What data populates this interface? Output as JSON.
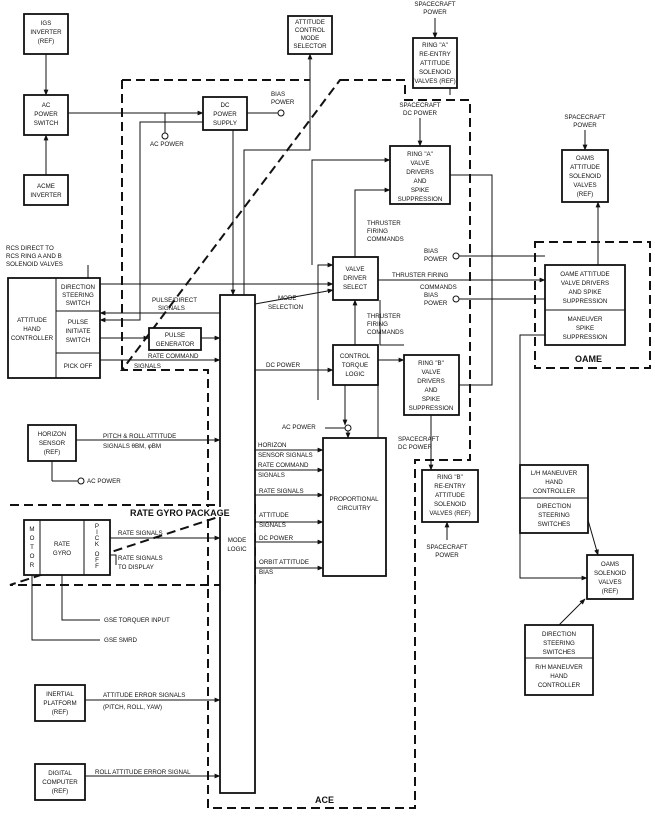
{
  "blocks": {
    "igs": [
      "IGS",
      "INVERTER",
      "(REF)"
    ],
    "ac_power_switch": [
      "AC",
      "POWER",
      "SWITCH"
    ],
    "acme": [
      "ACME",
      "INVERTER"
    ],
    "dc_power_supply": [
      "DC",
      "POWER",
      "SUPPLY"
    ],
    "acms": [
      "ATTITUDE",
      "CONTROL",
      "MODE",
      "SELECTOR"
    ],
    "ring_a_reentry": [
      "RING \"A\"",
      "RE-ENTRY",
      "ATTITUDE",
      "SOLENOID",
      "VALVES (REF)"
    ],
    "ring_a_drivers": [
      "RING \"A\"",
      "VALVE",
      "DRIVERS",
      "AND",
      "SPIKE",
      "SUPPRESSION"
    ],
    "oams_solenoid_top": [
      "OAMS",
      "ATTITUDE",
      "SOLENOID",
      "VALVES",
      "(REF)"
    ],
    "ahc_title": [
      "ATTITUDE",
      "HAND",
      "CONTROLLER"
    ],
    "ahc_direction": [
      "DIRECTION",
      "STEERING",
      "SWITCH"
    ],
    "ahc_pulse": [
      "PULSE",
      "INITIATE",
      "SWITCH"
    ],
    "ahc_pickoff": [
      "PICK OFF"
    ],
    "pulse_generator": [
      "PULSE",
      "GENERATOR"
    ],
    "mode_logic": [
      "MODE",
      "LOGIC"
    ],
    "valve_driver_select": [
      "VALVE",
      "DRIVER",
      "SELECT"
    ],
    "control_torque_logic": [
      "CONTROL",
      "TORQUE",
      "LOGIC"
    ],
    "ring_b_drivers": [
      "RING \"B\"",
      "VALVE",
      "DRIVERS",
      "AND",
      "SPIKE",
      "SUPPRESSION"
    ],
    "oame_drivers": [
      "OAME ATTITUDE",
      "VALVE DRIVERS",
      "AND SPIKE",
      "SUPPRESSION"
    ],
    "maneuver_spike": [
      "MANEUVER",
      "SPIKE",
      "SUPPRESSION"
    ],
    "horizon_sensor": [
      "HORIZON",
      "SENSOR",
      "(REF)"
    ],
    "proportional": [
      "PROPORTIONAL",
      "CIRCUITRY"
    ],
    "ring_b_reentry": [
      "RING \"B\"",
      "RE-ENTRY",
      "ATTITUDE",
      "SOLENOID",
      "VALVES (REF)"
    ],
    "lh_controller": [
      "L/H MANEUVER",
      "HAND",
      "CONTROLLER"
    ],
    "lh_switches": [
      "DIRECTION",
      "STEERING",
      "SWITCHES"
    ],
    "rate_gyro": [
      "RATE",
      "GYRO"
    ],
    "oams_solenoid_bottom": [
      "OAMS",
      "SOLENOID",
      "VALVES",
      "(REF)"
    ],
    "rh_switches": [
      "DIRECTION",
      "STEERING",
      "SWITCHES"
    ],
    "rh_controller": [
      "R/H MANEUVER",
      "HAND",
      "CONTROLLER"
    ],
    "inertial_platform": [
      "INERTIAL",
      "PLATFORM",
      "(REF)"
    ],
    "digital_computer": [
      "DIGITAL",
      "COMPUTER",
      "(REF)"
    ]
  },
  "labels": {
    "spacecraft_power_top": [
      "SPACECRAFT",
      "POWER"
    ],
    "spacecraft_power_oams": [
      "SPACECRAFT",
      "POWER"
    ],
    "spacecraft_dc_power_a": [
      "SPACECRAFT",
      "DC POWER"
    ],
    "spacecraft_dc_power_b": [
      "SPACECRAFT",
      "DC POWER"
    ],
    "spacecraft_power_bottom": [
      "SPACECRAFT",
      "POWER"
    ],
    "bias_power_dc": [
      "BIAS",
      "POWER"
    ],
    "bias_power_1": [
      "BIAS",
      "POWER"
    ],
    "bias_power_2": [
      "BIAS",
      "POWER"
    ],
    "ac_power_1": "AC POWER",
    "ac_power_2": "AC POWER",
    "ac_power_3": "AC POWER",
    "rcs_direct": [
      "RCS DIRECT TO",
      "RCS RING A AND B",
      "SOLENOID VALVES"
    ],
    "thruster_cmd_a": [
      "THRUSTER",
      "FIRING",
      "COMMANDS"
    ],
    "thruster_cmd_oame": [
      "THRUSTER FIRING",
      "COMMANDS"
    ],
    "thruster_cmd_b": [
      "THRUSTER",
      "FIRING",
      "COMMANDS"
    ],
    "pulse_direct": [
      "PULSE/DIRECT",
      "SIGNALS"
    ],
    "mode_selection": [
      "MODE",
      "SELECTION"
    ],
    "rate_command": [
      "RATE COMMAND",
      "SIGNALS"
    ],
    "dc_power_1": "DC POWER",
    "dc_power_2": "DC POWER",
    "pitch_roll": [
      "PITCH & ROLL ATTITUDE",
      "SIGNALS θBM, φBM"
    ],
    "horizon_signals": [
      "HORIZON",
      "SENSOR SIGNALS"
    ],
    "rate_command_2": [
      "RATE COMMAND",
      "SIGNALS"
    ],
    "rate_signals_1": "RATE SIGNALS",
    "attitude_signals": [
      "ATTITUDE",
      "SIGNALS"
    ],
    "orbit_bias": [
      "ORBIT ATTITUDE",
      "BIAS"
    ],
    "rate_signals_2": "RATE SIGNALS",
    "rate_to_display": [
      "RATE SIGNALS",
      "TO DISPLAY"
    ],
    "gse_torquer": "GSE TORQUER INPUT",
    "gse_smrd": "GSE SMRD",
    "attitude_error": [
      "ATTITUDE ERROR SIGNALS",
      "(PITCH, ROLL, YAW)"
    ],
    "roll_error": "ROLL ATTITUDE ERROR SIGNAL",
    "motor": [
      "M",
      "O",
      "T",
      "O",
      "R"
    ],
    "pickoff_vertical": [
      "P",
      "I",
      "C",
      "K",
      "",
      "O",
      "F",
      "F"
    ]
  },
  "titles": {
    "rate_gyro_package": "RATE GYRO PACKAGE",
    "oame": "OAME",
    "ace": "ACE"
  }
}
